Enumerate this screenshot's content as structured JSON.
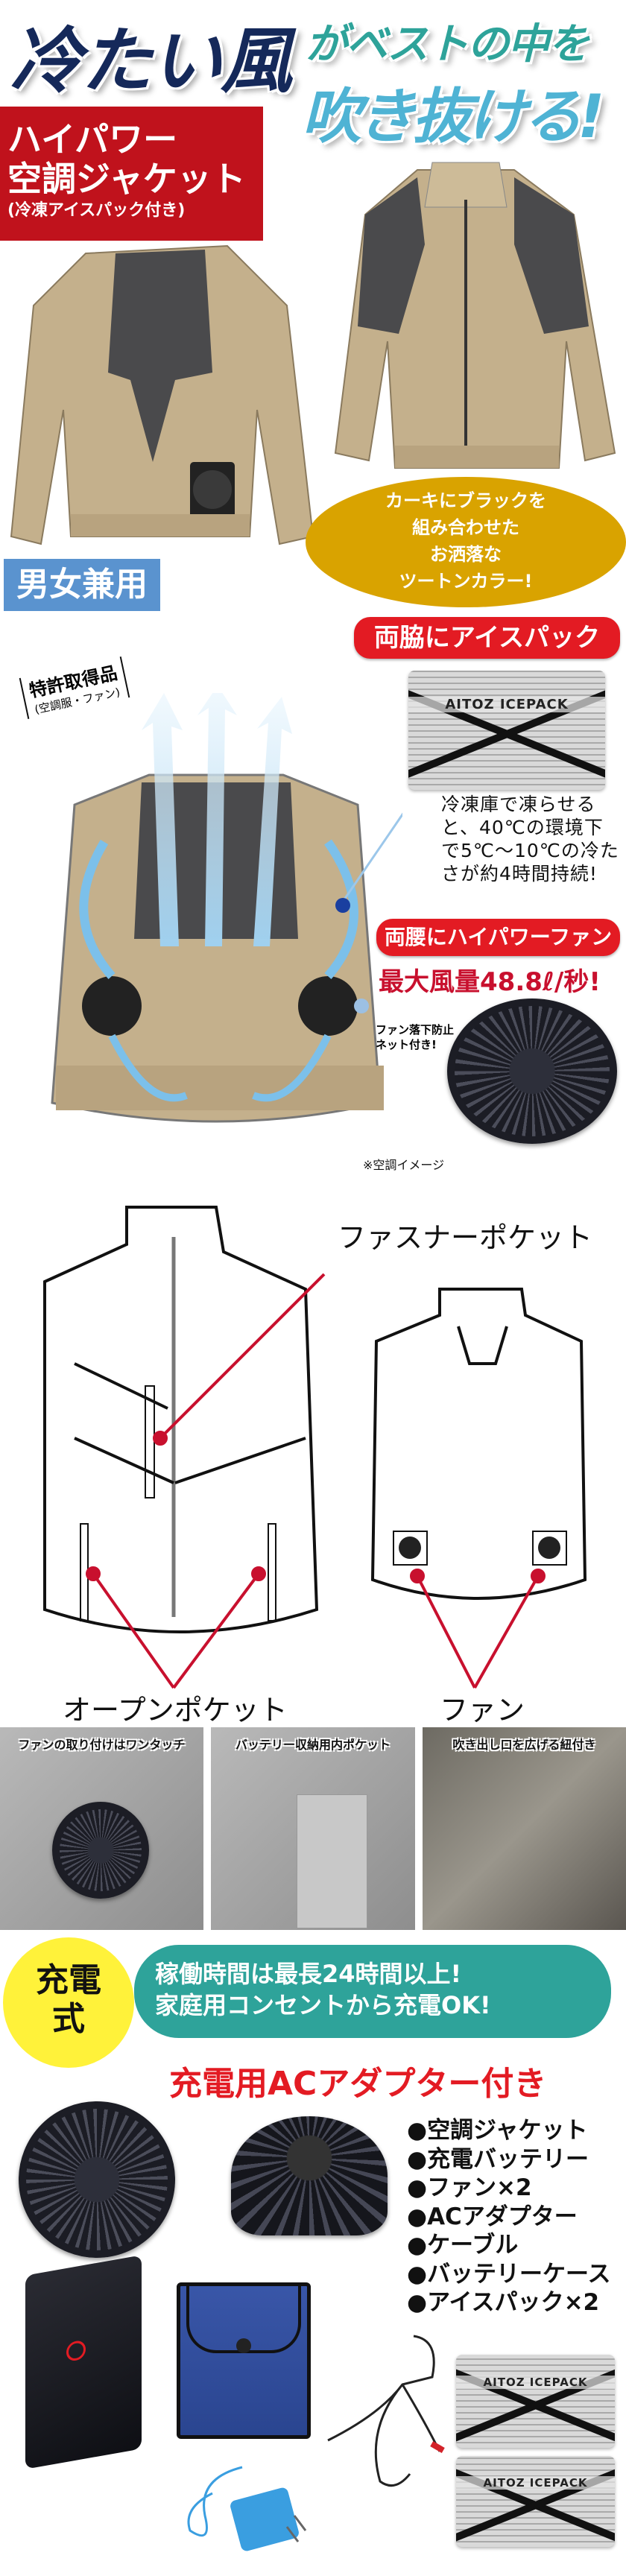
{
  "headline": {
    "part1": "冷たい風",
    "part2": "がベストの中を",
    "part3": "吹き抜ける!"
  },
  "product_box": {
    "line1": "ハイパワー",
    "line2": "空調ジャケット",
    "line3": "(冷凍アイスパック付き)"
  },
  "color_bubble": {
    "lines": [
      "カーキにブラックを",
      "組み合わせた",
      "お洒落な",
      "ツートンカラー!"
    ]
  },
  "unisex_badge": "男女兼用",
  "patent": {
    "title": "特許取得品",
    "subtitle": "(空調服・ファン)"
  },
  "icepack_feature": {
    "title": "両脇にアイスパック",
    "description": [
      "冷凍庫で凍らせる",
      "と、40℃の環境下",
      "で5℃〜10℃の冷た",
      "さが約4時間持続!"
    ],
    "brand": "AITOZ ICEPACK"
  },
  "fan_feature": {
    "title": "両腰にハイパワーファン",
    "airflow": "最大風量48.8ℓ/秒!",
    "net_note": [
      "ファン落下防止",
      "ネット付き!"
    ]
  },
  "image_note": "※空調イメージ",
  "diagram": {
    "zipper_pocket": "ファスナーポケット",
    "open_pocket": "オープンポケット",
    "fan": "ファン"
  },
  "photos": [
    {
      "caption": "ファンの取り付けはワンタッチ"
    },
    {
      "caption": "バッテリー収納用内ポケット"
    },
    {
      "caption": "吹き出し口を広げる紐付き"
    }
  ],
  "charging": {
    "badge": [
      "充電",
      "式"
    ],
    "line1": "稼働時間は最長24時間以上!",
    "line2": "家庭用コンセントから充電OK!",
    "adapter_title": "充電用ACアダプター付き"
  },
  "contents": [
    "空調ジャケット",
    "充電バッテリー",
    "ファン×2",
    "ACアダプター",
    "ケーブル",
    "バッテリーケース",
    "アイスパック×2"
  ],
  "colors": {
    "navy": "#15295a",
    "teal": "#2ea39a",
    "sky": "#4fb3d4",
    "red": "#e31b23",
    "gold": "#d9a300",
    "blue_badge": "#5a93cf",
    "yellow": "#fff23a",
    "khaki": "#c4b08c"
  }
}
